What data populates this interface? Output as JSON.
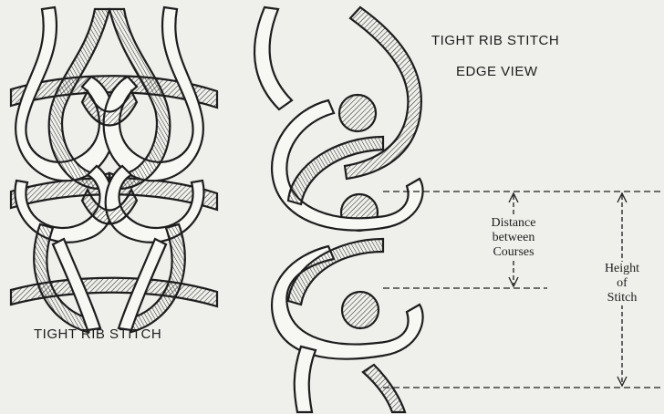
{
  "labels": {
    "left_caption": "TIGHT RIB STITCH",
    "right_title_line1": "TIGHT RIB STITCH",
    "right_title_line2": "EDGE VIEW"
  },
  "annotations": {
    "distance_between_courses": [
      "Distance",
      "between",
      "Courses"
    ],
    "height_of_stitch": [
      "Height",
      "of",
      "Stitch"
    ]
  },
  "colors": {
    "background": "#efefeb",
    "ink": "#1d1d1d",
    "yarn_fill": "#f7f7f3"
  }
}
